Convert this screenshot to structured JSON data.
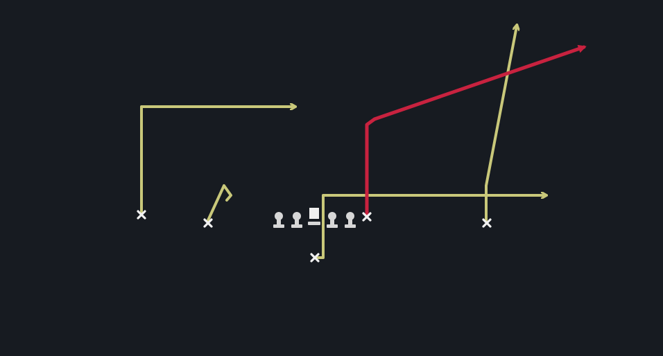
{
  "colors": {
    "background": "#171b21",
    "route": "#c9c87a",
    "primary_route": "#c8223f",
    "player_marker": "#f2f2f2",
    "lineman": "#d7d7d7"
  },
  "play": {
    "players": [
      {
        "id": "x-left-outside",
        "icon": "x-marker"
      },
      {
        "id": "x-left-slot",
        "icon": "x-marker"
      },
      {
        "id": "x-backfield",
        "icon": "x-marker"
      },
      {
        "id": "x-right-slot",
        "icon": "x-marker"
      },
      {
        "id": "x-right-outside",
        "icon": "x-marker"
      }
    ],
    "offensive_line": [
      {
        "id": "left-tackle",
        "icon": "lineman-icon"
      },
      {
        "id": "left-guard",
        "icon": "lineman-icon"
      },
      {
        "id": "center",
        "icon": "center-square-icon"
      },
      {
        "id": "right-guard",
        "icon": "lineman-icon"
      },
      {
        "id": "right-tackle",
        "icon": "lineman-icon"
      }
    ],
    "routes": [
      {
        "id": "left-outside-route",
        "from": "x-left-outside",
        "highlight": false
      },
      {
        "id": "left-slot-route",
        "from": "x-left-slot",
        "highlight": false
      },
      {
        "id": "backfield-route",
        "from": "x-backfield",
        "highlight": false
      },
      {
        "id": "right-slot-route",
        "from": "x-right-slot",
        "highlight": true
      },
      {
        "id": "right-outside-route",
        "from": "x-right-outside",
        "highlight": false
      }
    ]
  }
}
